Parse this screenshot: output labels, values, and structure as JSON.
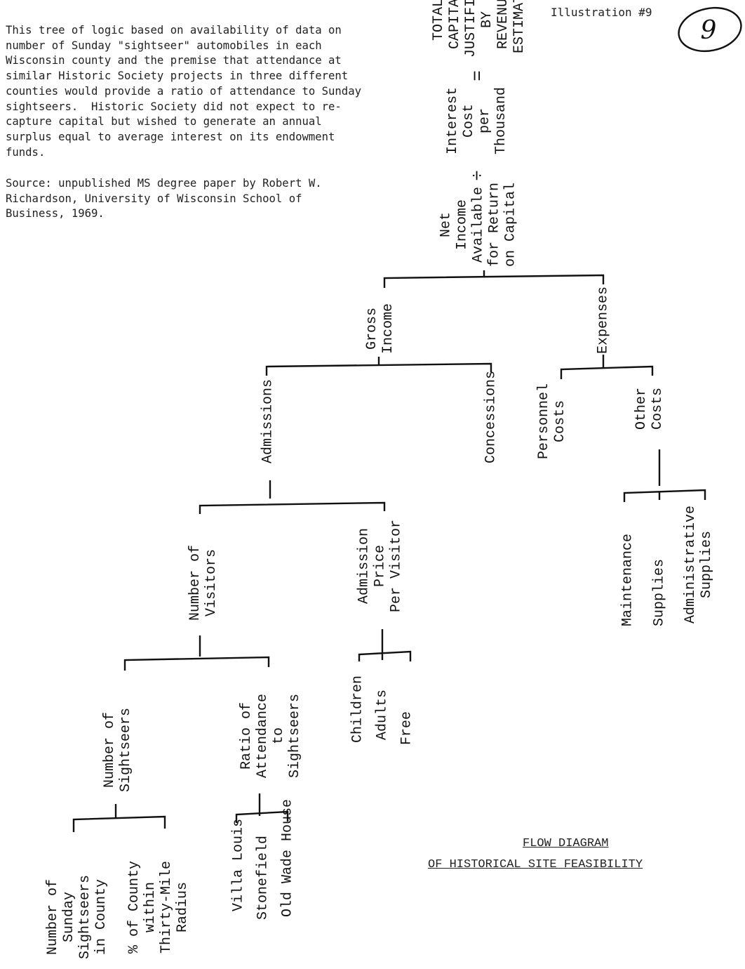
{
  "intro_text": "This tree of logic based on availability of data on\nnumber of Sunday \"sightseer\" automobiles in each\nWisconsin county and the premise that attendance at\nsimilar Historic Society projects in three different\ncounties would provide a ratio of attendance to Sunday\nsightseers.  Historic Society did not expect to re-\ncapture capital but wished to generate an annual\nsurplus equal to average interest on its endowment\nfunds.",
  "source_text": "Source: unpublished MS degree paper by Robert W.\nRichardson, University of Wisconsin School of\nBusiness, 1969.",
  "illustration": "Illustration #9",
  "page_number": "9",
  "title_line1": "FLOW DIAGRAM",
  "title_line2": "OF HISTORICAL SITE FEASIBILITY",
  "nodes": {
    "total_capital": "TOTAL\nCAPITAL\nJUSTIFIED\nBY\nREVENUE\nESTIMATE",
    "equals": "=",
    "interest_cost": "Interest\nCost\nper\nThousand",
    "divide": "÷",
    "net_income": "Net\nIncome\nAvailable\nfor Return\non Capital",
    "gross_income": "Gross\nIncome",
    "expenses": "Expenses",
    "admissions": "Admissions",
    "concessions": "Concessions",
    "personnel_costs": "Personnel\nCosts",
    "other_costs": "Other\nCosts",
    "maintenance": "Maintenance",
    "supplies": "Supplies",
    "administrative_supplies": "Administrative\nSupplies",
    "number_of_visitors": "Number of\nVisitors",
    "admission_price": "Admission\nPrice\nPer Visitor",
    "children": "Children",
    "adults": "Adults",
    "free": "Free",
    "number_of_sightseers": "Number of\nSightseers",
    "ratio_of_attendance": "Ratio of\nAttendance\nto\nSightseers",
    "sunday_sightseers_county": "Number of\nSunday\nSightseers\nin County",
    "pct_county_radius": "% of County\nwithin\nThirty-Mile\nRadius",
    "villa_louis": "Villa Louis",
    "stonefield": "Stonefield",
    "old_wade_house": "Old Wade House"
  }
}
